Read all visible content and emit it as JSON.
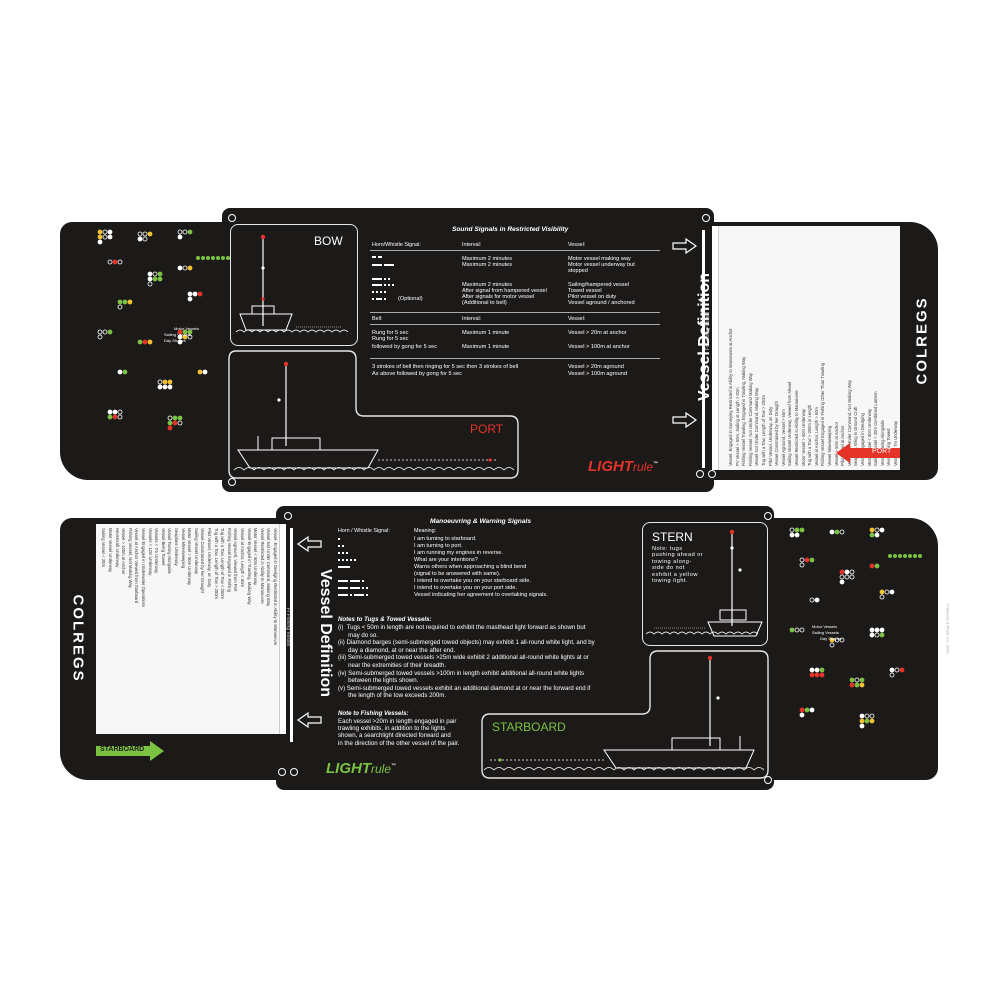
{
  "top_card": {
    "bow_label": "BOW",
    "port_label": "PORT",
    "vessel_definition": "Vessel Definition",
    "vessel_definition_sub": "Fr Fishing Vessel",
    "colregs": "COLREGS",
    "port_arrow": "PORT",
    "brand_light": "LIGHT",
    "brand_rule": "rule",
    "brand_tm": "™",
    "mini_labels": [
      "Motor Vessels",
      "Sailing Vessels",
      "Day Shapes"
    ],
    "sound_signals": {
      "title": "Sound Signals in Restricted Visibility",
      "headers": [
        "Horn/Whistle Signal:",
        "Interval:",
        "Vessel:"
      ],
      "horn_rows": [
        {
          "interval": "Maximum 2 minutes",
          "vessel": "Motor vessel making way"
        },
        {
          "interval": "Maximum 2 minutes",
          "vessel": "Motor vessel underway but"
        },
        {
          "interval": "",
          "vessel": "stopped"
        },
        {
          "interval": "Maximum 2 minutes",
          "vessel": "Sailing/hampered vessel"
        },
        {
          "interval": "After signal from hampered vessel",
          "vessel": "Towed vessel"
        },
        {
          "interval": "After signals for motor vessel",
          "vessel": "Pilot vessel on duty"
        },
        {
          "interval": "(Additional to bell)",
          "vessel": "Vessel aground / anchored"
        }
      ],
      "optional": "(Optional)",
      "bell_headers": [
        "Bell:",
        "Interval:",
        "Vessel:"
      ],
      "bell_rows": [
        {
          "signal": "Rung for 5 sec",
          "interval": "Maximum 1 minute",
          "vessel": "Vessel > 20m at anchor"
        },
        {
          "signal": "Rung for 5 sec",
          "interval": "",
          "vessel": ""
        },
        {
          "signal": "followed by gong for 5 sec",
          "interval": "Maximum 1 minute",
          "vessel": "Vessel > 100m at anchor"
        }
      ],
      "bell_rows2": [
        {
          "signal": "3 strokes of bell then ringing for 5 sec then 3 strokes of bell",
          "vessel": "Vessel > 20m aground"
        },
        {
          "signal": "As above followed by gong for 5 sec",
          "vessel": "Vessel > 100m aground"
        }
      ]
    },
    "white_card_lines": [
      "Vessel. Engaged in Surveying Restricted in Ability to Manoeuvre at Anchor",
      "PV Vessel > 50m, Sailing at Length > 20m",
      "Fishing Vessel Trawling. Engaged in Trawling, Making Way",
      "Fishing Vessel. Not Under Command Making Way",
      "Vessel Not Under Command, Making Way",
      "Tug with a Tow, Length of Tow > 200m",
      "Pilot Vessel, Underway, on Duty",
      "Vessel Constrained by her Draught",
      "Vessel Aground, Vessel > 50m",
      "Sailing Vessel Underway, Viewed from Ahead",
      "Vessel Restricted in Ability to Manoeuvre",
      "Motor Vessel > 50m Underway",
      "Tug with a Tow > 200m in Length",
      "Vessel at Anchor, Length > 50m",
      "Fishing Vessel Engaged in Fishing Other Than Trawling",
      "Vessel Minesweeping",
      "Vessel > 50m at Anchor",
      "Pilot Vessel at Anchor",
      "Vessel Not Under Command, Not Making Way",
      "Seaplane, Wing in Ground Craft",
      "Vessel Engaged in Dredging",
      "Motor Vessel < 50m Underway",
      "Sailing Vessel < 20m Combined Lantern",
      "Vessel Towing Alongside",
      "Vessel Being Towed",
      "Vessels < 7m Underway",
      "Vessels < 12m Underway"
    ]
  },
  "bottom_card": {
    "stern_label": "STERN",
    "stern_note": "Note: tugs pushing ahead or towing along-side do not exhibit a yellow towing light.",
    "starboard_label": "STARBOARD",
    "vessel_definition": "Vessel Definition",
    "vessel_definition_sub": "Fr Fishing Vessel",
    "colregs": "COLREGS",
    "starboard_arrow": "STARBOARD",
    "brand_light": "LIGHT",
    "brand_rule": "rule",
    "brand_tm": "™",
    "copyright": "© Weems & Plath, Inc. 2005",
    "mini_labels": [
      "Motor Vessels",
      "Sailing Vessels",
      "Day Shapes"
    ],
    "manoeuvring": {
      "title": "Manoeuvring & Warning Signals",
      "headers": [
        "Horn / Whistle Signal:",
        "Meaning:"
      ],
      "rows": [
        "I am turning to starboard.",
        "I am turning to port.",
        "I am running my engines in reverse.",
        "What are your intentions?",
        "Warns others when approaching a blind bend",
        "(signal to be answered with same).",
        "I intend to overtake you on your starboard side.",
        "I intend to overtake you on your port side.",
        "Vessel indicating her agreement to overtaking signals."
      ]
    },
    "tug_notes": {
      "title": "Notes to Tugs & Towed Vessels:",
      "items": [
        "(i)  Tugs < 50m in length are not required to exhibit the masthead light forward as shown but",
        "      may do so.",
        "(ii) Diamond barges (semi-submerged towed objects) may exhibit 1 all-round white light, and by",
        "      day a diamond, at or near the after end.",
        "(iii) Semi-submerged towed vessels >25m wide exhibit 2 additional all-round white lights at or",
        "      near the extremities of their breadth.",
        "(iv) Semi-submerged towed vessels >100m in length exhibit additional all-round white lights",
        "      between the lights shown.",
        "(v) Semi-submerged towed vessels exhibit an additional diamond at or near the forward end if",
        "      the length of the tow exceeds 200m."
      ]
    },
    "fishing_notes": {
      "title": "Note to Fishing Vessels:",
      "lines": [
        "Each vessel >20m in length engaged in pair",
        "trawling exhibits, in addition to the lights",
        "shown,  a searchlight directed forward and",
        "in the direction of the other vessel of the pair."
      ]
    },
    "white_card_lines": [
      "Vessel. Engaged in Dredging Restricted in Ability to Manoeuvre",
      "Vessel Not Under Command, Making Way",
      "Vessel Restricted in Ability to Manoeuvre",
      "Motor Vessel < 50m Underway",
      "Vessel Engaged in Trawling, Making Way",
      "Vessel at Anchor, Length < 50m",
      "Vessel Aground, Viewed from Port",
      "Fishing Vessel Engaged in Fishing",
      "Tug with a Tow, Length of Tow < 200m",
      "Tug with a Tow, Length of Tow > 200m",
      "Pilot Vessel, Underway, on Duty",
      "Vessel Constrained by her Draught",
      "Sailing Vessel Underway",
      "Motor Vessel > 50m Underway",
      "Vessel Minesweeping",
      "Seaplane Underway",
      "Vessel Towing Alongside",
      "Vessel Being Towed",
      "Vessels < 7m Underway",
      "Vessels < 12m Underway",
      "Vessel Engaged in Underwater Operations",
      "Vessel at Anchor Viewed from Starboard",
      "Fishing Vessel, Not Making Way",
      "Vessel > 100m at Anchor",
      "Hovercraft Underway",
      "Motor Vessel Underway",
      "Sailing Vessel < 20m"
    ]
  },
  "colors": {
    "card": "#1c1a19",
    "red": "#e6332a",
    "green": "#7cc242",
    "white": "#ffffff",
    "yellow": "#f2c230"
  }
}
